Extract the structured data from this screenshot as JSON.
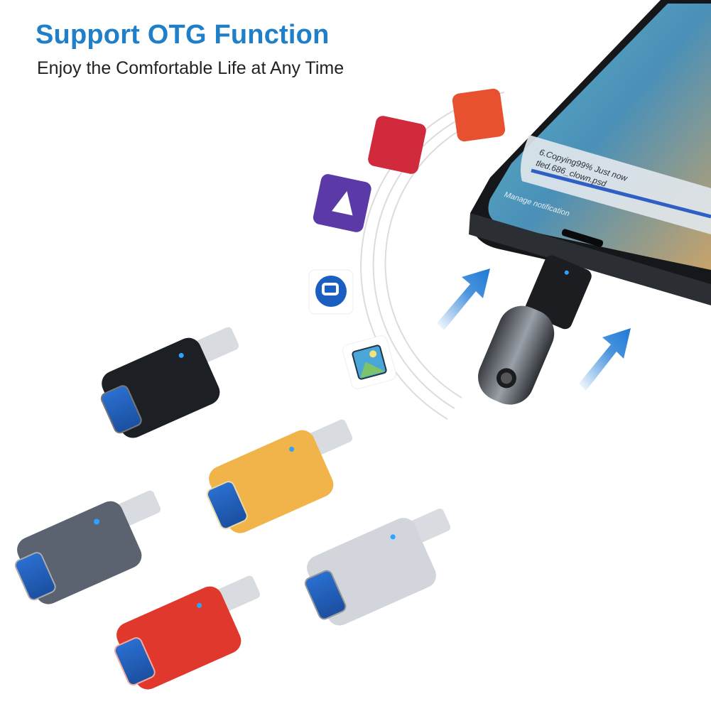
{
  "header": {
    "title": "Support OTG Function",
    "subtitle": "Enjoy the Comfortable Life at Any Time"
  },
  "phone": {
    "notification": {
      "line1": "6.Copying99% Just now",
      "line2": "tled.686_clown.psd",
      "progress_percent": 99,
      "progress_color": "#2f5fc4"
    },
    "manage_label": "Manage notification"
  },
  "app_icons": [
    {
      "name": "orange-tile-icon",
      "color": "#e8512f"
    },
    {
      "name": "red-tile-icon",
      "color": "#d02a3c"
    },
    {
      "name": "video-play-icon",
      "color": "#5b3aa8"
    },
    {
      "name": "music-app-icon",
      "color": "#1a5fc0"
    },
    {
      "name": "image-gallery-icon",
      "color": "#4aa6d8"
    }
  ],
  "adapters": [
    {
      "name": "black-adapter",
      "color": "#1c1f24"
    },
    {
      "name": "gold-adapter",
      "color": "#f0b44a"
    },
    {
      "name": "gray-adapter",
      "color": "#5b6370"
    },
    {
      "name": "silver-adapter",
      "color": "#d2d6dc"
    },
    {
      "name": "red-adapter",
      "color": "#e0382c"
    }
  ],
  "colors": {
    "accent_blue": "#1f7fc8",
    "arrow_blue": "#1e7ad6",
    "led_blue": "#2aa4ff"
  }
}
